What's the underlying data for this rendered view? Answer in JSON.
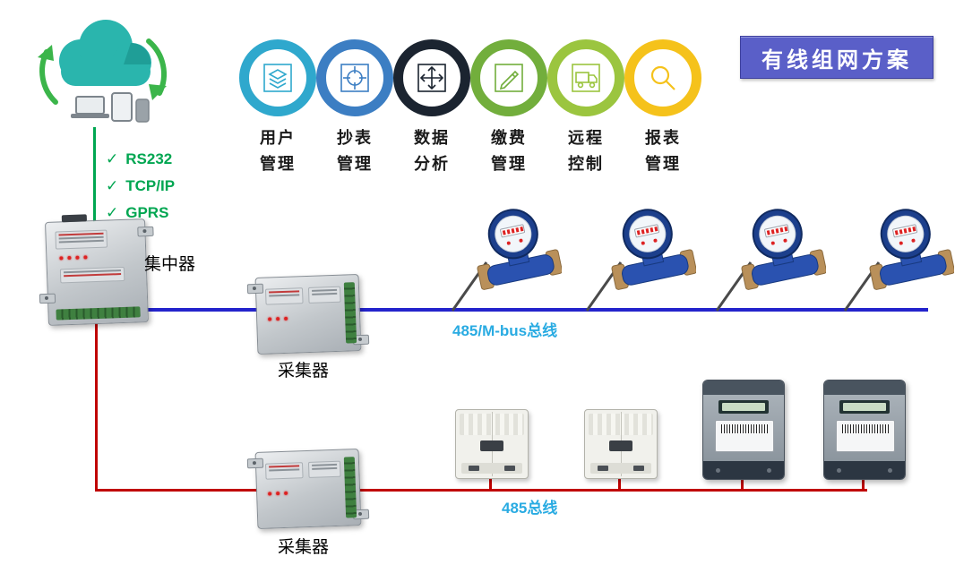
{
  "title": {
    "text": "有线组网方案"
  },
  "protocols": {
    "check": "✓",
    "items": [
      "RS232",
      "TCP/IP",
      "GPRS"
    ]
  },
  "features": [
    {
      "line1": "用户",
      "line2": "管理",
      "color": "#2FA8CD",
      "icon": "layers"
    },
    {
      "line1": "抄表",
      "line2": "管理",
      "color": "#3C7EC3",
      "icon": "target"
    },
    {
      "line1": "数据",
      "line2": "分析",
      "color": "#1B2430",
      "icon": "expand-arrows"
    },
    {
      "line1": "缴费",
      "line2": "管理",
      "color": "#72AE3C",
      "icon": "pen"
    },
    {
      "line1": "远程",
      "line2": "控制",
      "color": "#9BC53F",
      "icon": "truck"
    },
    {
      "line1": "报表",
      "line2": "管理",
      "color": "#F5C21B",
      "icon": "search"
    }
  ],
  "labels": {
    "concentrator": "集中器",
    "collector_top": "采集器",
    "collector_bottom": "采集器",
    "bus_top": "485/M-bus总线",
    "bus_bottom": "485总线"
  },
  "colors": {
    "accent_green": "#00A651",
    "bus_blue": "#2323CC",
    "bus_red": "#C00000",
    "bus_label_blue": "#29ABE2",
    "title_bg": "#5A5FC8",
    "title_text": "#FFFFFF",
    "cloud_teal": "#2AB5AD"
  }
}
